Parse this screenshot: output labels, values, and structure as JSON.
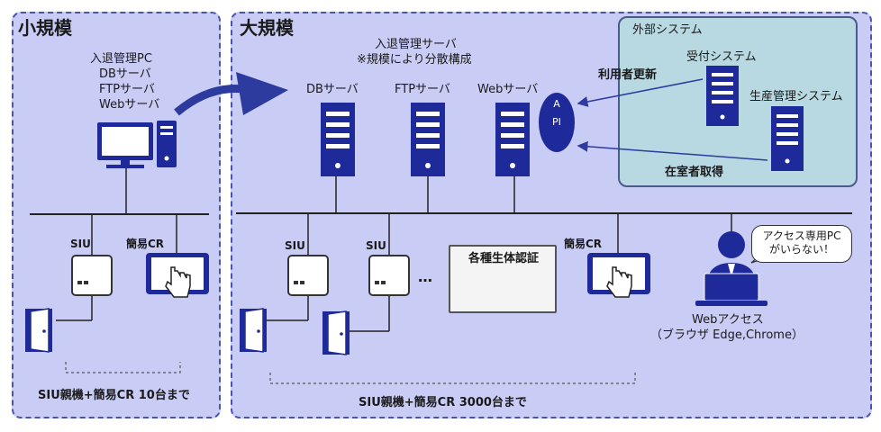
{
  "small": {
    "title": "小規模",
    "pc_labels": [
      "入退管理PC",
      "DBサーバ",
      "FTPサーバ",
      "Webサーバ"
    ],
    "siu_label": "SIU",
    "cr_label": "簡易CR",
    "capacity": "SIU親機+簡易CR 10台まで"
  },
  "large": {
    "title": "大規模",
    "server_group_title": "入退管理サーバ",
    "server_group_note": "※規模により分散構成",
    "servers": [
      "DBサーバ",
      "FTPサーバ",
      "Webサーバ"
    ],
    "api_label": "API",
    "siu_label_1": "SIU",
    "siu_label_2": "SIU",
    "ellipsis": "…",
    "biometric_title": "各種生体認証",
    "cr_label": "簡易CR",
    "capacity": "SIU親機+簡易CR 3000台まで",
    "web_access_line1": "Webアクセス",
    "web_access_line2": "（ブラウザ Edge,Chrome）",
    "bubble_line1": "アクセス専用PC",
    "bubble_line2": "がいらない！"
  },
  "external": {
    "title": "外部システム",
    "reception": "受付システム",
    "production": "生産管理システム",
    "user_update": "利用者更新",
    "presence": "在室者取得"
  },
  "colors": {
    "panel_bg": "#c9cdf6",
    "panel_border": "#4b53b0",
    "external_bg": "#b9d9e2",
    "server_blue": "#1f2a9a",
    "arrow_blue": "#2d3a9e"
  }
}
